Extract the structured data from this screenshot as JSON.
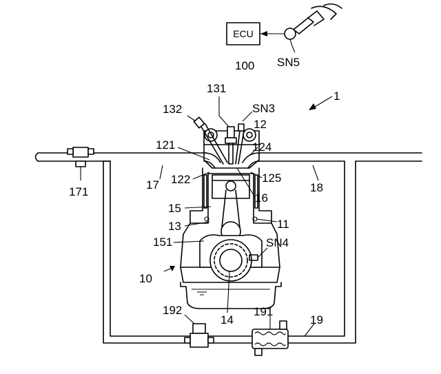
{
  "ecu": {
    "label": "ECU",
    "ref": "100"
  },
  "refs": {
    "system": "1",
    "sn5": "SN5",
    "r131": "131",
    "sn3": "SN3",
    "r132": "132",
    "r12": "12",
    "r121": "121",
    "r124": "124",
    "r122": "122",
    "r125": "125",
    "r17": "17",
    "r18": "18",
    "r171": "171",
    "r16": "16",
    "r15": "15",
    "r13": "13",
    "r11": "11",
    "r151": "151",
    "sn4": "SN4",
    "r10": "10",
    "r14": "14",
    "r192": "192",
    "r191": "191",
    "r19": "19"
  }
}
